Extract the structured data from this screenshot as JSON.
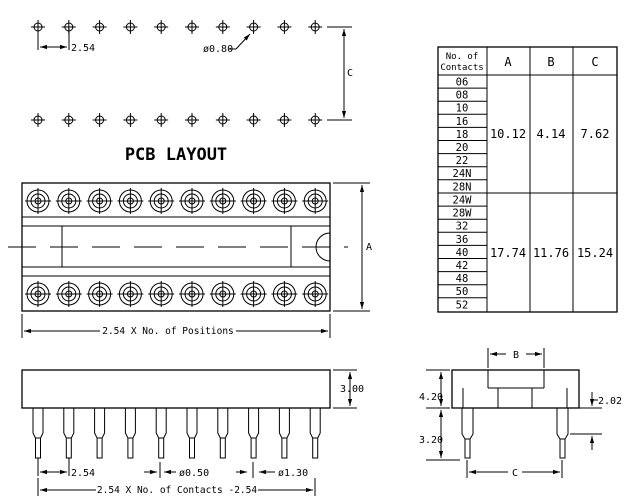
{
  "pcb": {
    "title": "PCB LAYOUT",
    "pitch_label": "2.54",
    "hole_label": "ø0.80",
    "row_span_label": "C"
  },
  "top_view": {
    "width_label": "A",
    "length_label": "2.54 X No. of Positions"
  },
  "side_view": {
    "height_label": "3.00",
    "pitch_label": "2.54",
    "pin_tip_label": "ø0.50",
    "pin_body_label": "ø1.30",
    "length_label": "2.54 X No. of Contacts -2.54"
  },
  "end_view": {
    "b_label": "B",
    "body_height_label": "4.20",
    "shoulder_label": "2.02",
    "pin_length_label": "3.20",
    "row_span_label": "C"
  },
  "table": {
    "header": {
      "contacts": "No. of Contacts",
      "a": "A",
      "b": "B",
      "c": "C"
    },
    "groups": [
      {
        "contacts": [
          "06",
          "08",
          "10",
          "16",
          "18",
          "20",
          "22",
          "24N",
          "28N"
        ],
        "a": "10.12",
        "b": "4.14",
        "c": "7.62"
      },
      {
        "contacts": [
          "24W",
          "28W",
          "32",
          "36",
          "40",
          "42",
          "48",
          "50",
          "52"
        ],
        "a": "17.74",
        "b": "11.76",
        "c": "15.24"
      }
    ]
  }
}
